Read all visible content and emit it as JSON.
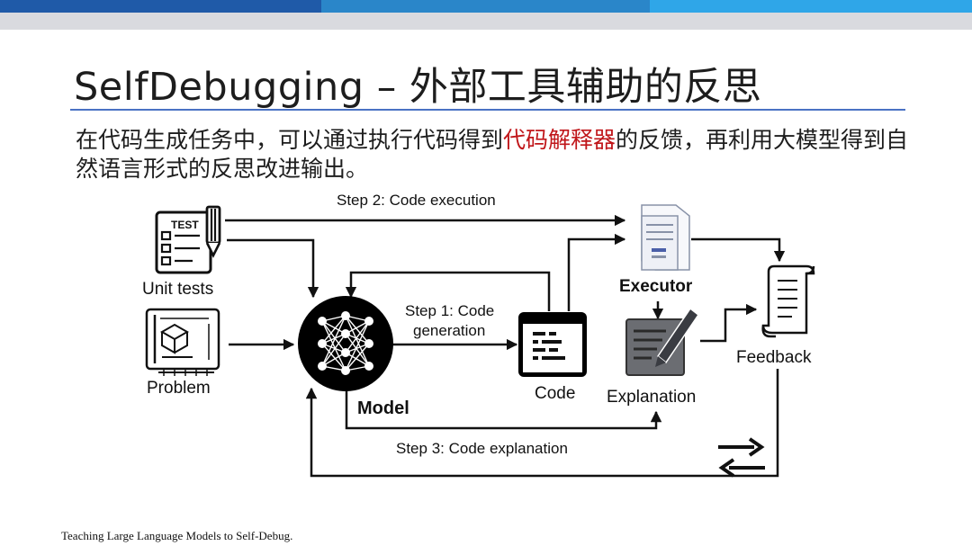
{
  "header": {
    "title": "SelfDebugging – 外部工具辅助的反思",
    "intro_before": "在代码生成任务中，可以通过执行代码得到",
    "intro_highlight": "代码解释器",
    "intro_after": "的反馈，再利用大模型得到自然语言形式的反思改进输出。"
  },
  "diagram": {
    "unit_tests_label": "Unit tests",
    "test_badge": "TEST",
    "problem_label": "Problem",
    "model_label": "Model",
    "code_label": "Code",
    "executor_label": "Executor",
    "explanation_label": "Explanation",
    "feedback_label": "Feedback",
    "step1_line1": "Step 1: Code",
    "step1_line2": "generation",
    "step2_label": "Step 2: Code execution",
    "step3_label": "Step 3: Code explanation"
  },
  "colors": {
    "bar_dark": "#1f5aa8",
    "bar_mid": "#2a86c9",
    "bar_light": "#2fa6e8",
    "title_rule": "#4a72c4",
    "highlight": "#c0161a"
  },
  "footer": {
    "citation": "Teaching Large Language Models to Self-Debug."
  }
}
